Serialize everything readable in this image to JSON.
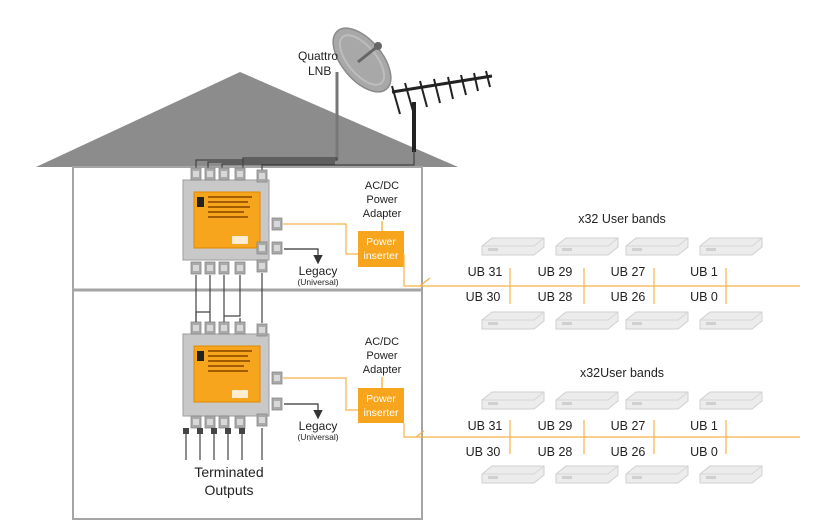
{
  "labels": {
    "lnb": [
      "Quattro",
      "LNB"
    ],
    "terminated": [
      "Terminated",
      "Outputs"
    ]
  },
  "floors": [
    {
      "psu": [
        "AC/DC",
        "Power",
        "Adapter"
      ],
      "inserter": [
        "Power",
        "inserter"
      ],
      "legacy": [
        "Legacy",
        "(Universal)"
      ],
      "user_bands_title": "x32 User bands",
      "bands_top": [
        "UB 31",
        "UB 29",
        "UB 27",
        "UB 1"
      ],
      "bands_bottom": [
        "UB 30",
        "UB 28",
        "UB 26",
        "UB 0"
      ]
    },
    {
      "psu": [
        "AC/DC",
        "Power",
        "Adapter"
      ],
      "inserter": [
        "Power",
        "inserter"
      ],
      "legacy": [
        "Legacy",
        "(Universal)"
      ],
      "user_bands_title": "x32User bands",
      "bands_top": [
        "UB 31",
        "UB 29",
        "UB 27",
        "UB 1"
      ],
      "bands_bottom": [
        "UB 30",
        "UB 28",
        "UB 26",
        "UB 0"
      ]
    }
  ],
  "colors": {
    "roof": "#8c8c8c",
    "house_outline": "#9a9a9a",
    "orange": "#f7a51c",
    "bus_line": "#f7b24a",
    "switch_body": "#c8c8c8",
    "stb": "#e4e4e4"
  }
}
